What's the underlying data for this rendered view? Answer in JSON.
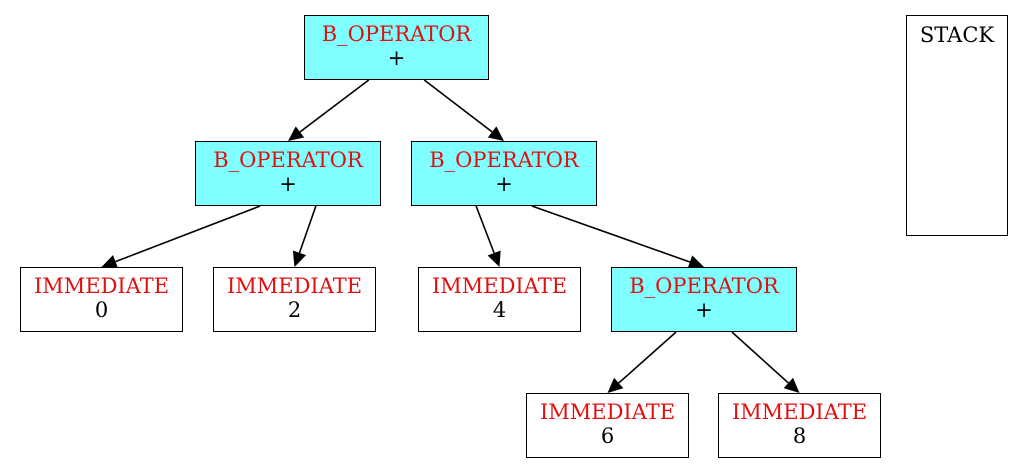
{
  "colors": {
    "operator_fill": "#7fffff",
    "immediate_fill": "#ffffff",
    "kind_text": "#e01010",
    "value_text": "#000000",
    "edge": "#000000"
  },
  "nodes": {
    "root": {
      "kind": "B_OPERATOR",
      "value": "+"
    },
    "left": {
      "kind": "B_OPERATOR",
      "value": "+"
    },
    "right": {
      "kind": "B_OPERATOR",
      "value": "+"
    },
    "imm0": {
      "kind": "IMMEDIATE",
      "value": "0"
    },
    "imm2": {
      "kind": "IMMEDIATE",
      "value": "2"
    },
    "imm4": {
      "kind": "IMMEDIATE",
      "value": "4"
    },
    "deep": {
      "kind": "B_OPERATOR",
      "value": "+"
    },
    "imm6": {
      "kind": "IMMEDIATE",
      "value": "6"
    },
    "imm8": {
      "kind": "IMMEDIATE",
      "value": "8"
    }
  },
  "edges": [
    {
      "from": "root",
      "to": "left"
    },
    {
      "from": "root",
      "to": "right"
    },
    {
      "from": "left",
      "to": "imm0"
    },
    {
      "from": "left",
      "to": "imm2"
    },
    {
      "from": "right",
      "to": "imm4"
    },
    {
      "from": "right",
      "to": "deep"
    },
    {
      "from": "deep",
      "to": "imm6"
    },
    {
      "from": "deep",
      "to": "imm8"
    }
  ],
  "stack": {
    "title": "STACK"
  }
}
